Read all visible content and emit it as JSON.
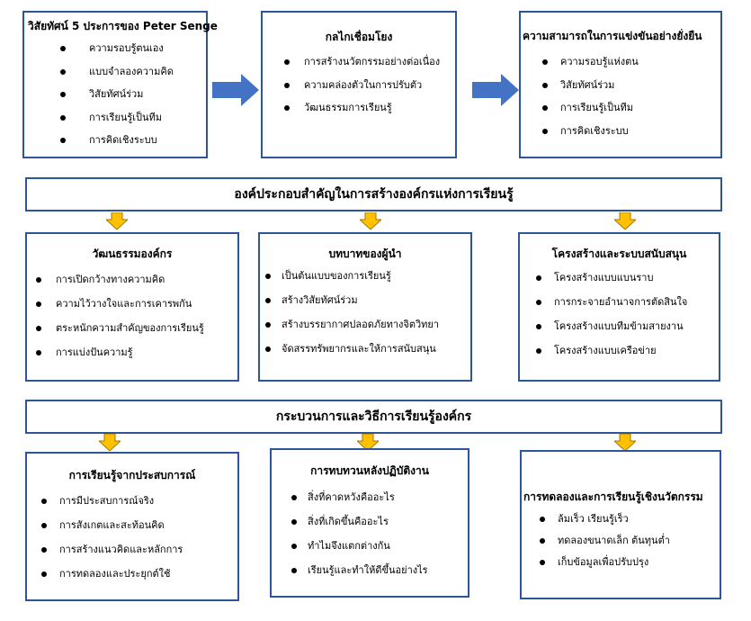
{
  "colors": {
    "box_border": "#2e5597",
    "right_arrow_fill": "#4472c4",
    "down_arrow_fill": "#ffc000",
    "down_arrow_stroke": "#a07800"
  },
  "top_row": {
    "senge": {
      "title": "วิสัยทัศน์ 5 ประการของ Peter Senge",
      "items": [
        "ความรอบรู้ตนเอง",
        "แบบจำลองความคิด",
        "วิสัยทัศน์ร่วม",
        "การเรียนรู้เป็นทีม",
        "การคิดเชิงระบบ"
      ]
    },
    "linkage": {
      "title": "กลไกเชื่อมโยง",
      "items": [
        "การสร้างนวัตกรรมอย่างต่อเนื่อง",
        "ความคล่องตัวในการปรับตัว",
        "วัฒนธรรมการเรียนรู้"
      ]
    },
    "competitiveness": {
      "title": "ความสามารถในการแข่งขันอย่างยั่งยืน",
      "items": [
        "ความรอบรู้แห่งตน",
        "วิสัยทัศน์ร่วม",
        "การเรียนรู้เป็นทีม",
        "การคิดเชิงระบบ"
      ]
    }
  },
  "banner1": "องค์ประกอบสำคัญในการสร้างองค์กรแห่งการเรียนรู้",
  "middle_row": {
    "culture": {
      "title": "วัฒนธรรมองค์กร",
      "items": [
        "การเปิดกว้างทางความคิด",
        "ความไว้วางใจและการเคารพกัน",
        "ตระหนักความสำคัญของการเรียนรู้",
        "การแบ่งปันความรู้"
      ]
    },
    "leader": {
      "title": "บทบาทของผู้นำ",
      "items": [
        "เป็นต้นแบบของการเรียนรู้",
        "สร้างวิสัยทัศน์ร่วม",
        "สร้างบรรยากาศปลอดภัยทางจิตวิทยา",
        "จัดสรรทรัพยากรและให้การสนับสนุน"
      ]
    },
    "structure": {
      "title": "โครงสร้างและระบบสนับสนุน",
      "items": [
        "โครงสร้างแบบแบนราบ",
        "การกระจายอำนาจการตัดสินใจ",
        "โครงสร้างแบบทีมข้ามสายงาน",
        "โครงสร้างแบบเครือข่าย"
      ]
    }
  },
  "banner2": "กระบวนการและวิธีการเรียนรู้องค์กร",
  "bottom_row": {
    "experience": {
      "title": "การเรียนรู้จากประสบการณ์",
      "items": [
        "การมีประสบการณ์จริง",
        "การสังเกตและสะท้อนคิด",
        "การสร้างแนวคิดและหลักการ",
        "การทดลองและประยุกต์ใช้"
      ]
    },
    "aar": {
      "title": "การทบทวนหลังปฏิบัติงาน",
      "items": [
        "สิ่งที่คาดหวังคืออะไร",
        "สิ่งที่เกิดขึ้นคืออะไร",
        "ทำไมจึงแตกต่างกัน",
        "เรียนรู้และทำให้ดีขึ้นอย่างไร"
      ]
    },
    "experiment": {
      "title": "การทดลองและการเรียนรู้เชิงนวัตกรรม",
      "items": [
        "ล้มเร็ว เรียนรู้เร็ว",
        "ทดลองขนาดเล็ก ต้นทุนต่ำ",
        "เก็บข้อมูลเพื่อปรับปรุง"
      ]
    }
  }
}
